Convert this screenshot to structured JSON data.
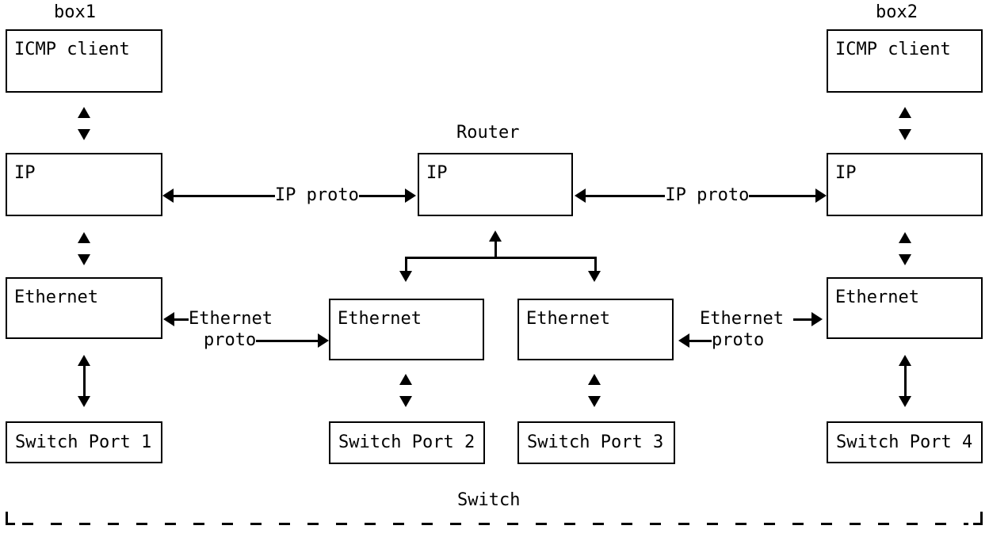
{
  "diagram": {
    "background": "#ffffff",
    "ink": "#000000",
    "box1": {
      "title": "box1",
      "icmp": "ICMP client",
      "ip": "IP",
      "ethernet": "Ethernet",
      "switch_port": "Switch Port 1"
    },
    "router": {
      "title": "Router",
      "ip": "IP",
      "ethernet_left": "Ethernet",
      "ethernet_right": "Ethernet"
    },
    "box2": {
      "title": "box2",
      "icmp": "ICMP client",
      "ip": "IP",
      "ethernet": "Ethernet",
      "switch_port": "Switch Port 4"
    },
    "switch": {
      "title": "Switch",
      "port2": "Switch Port 2",
      "port3": "Switch Port 3"
    },
    "links": {
      "ip_proto_left": "IP proto",
      "ip_proto_right": "IP proto",
      "eth_proto_left_word1": "Ethernet",
      "eth_proto_left_word2": "proto",
      "eth_proto_right_word1": "Ethernet",
      "eth_proto_right_word2": "proto"
    }
  }
}
